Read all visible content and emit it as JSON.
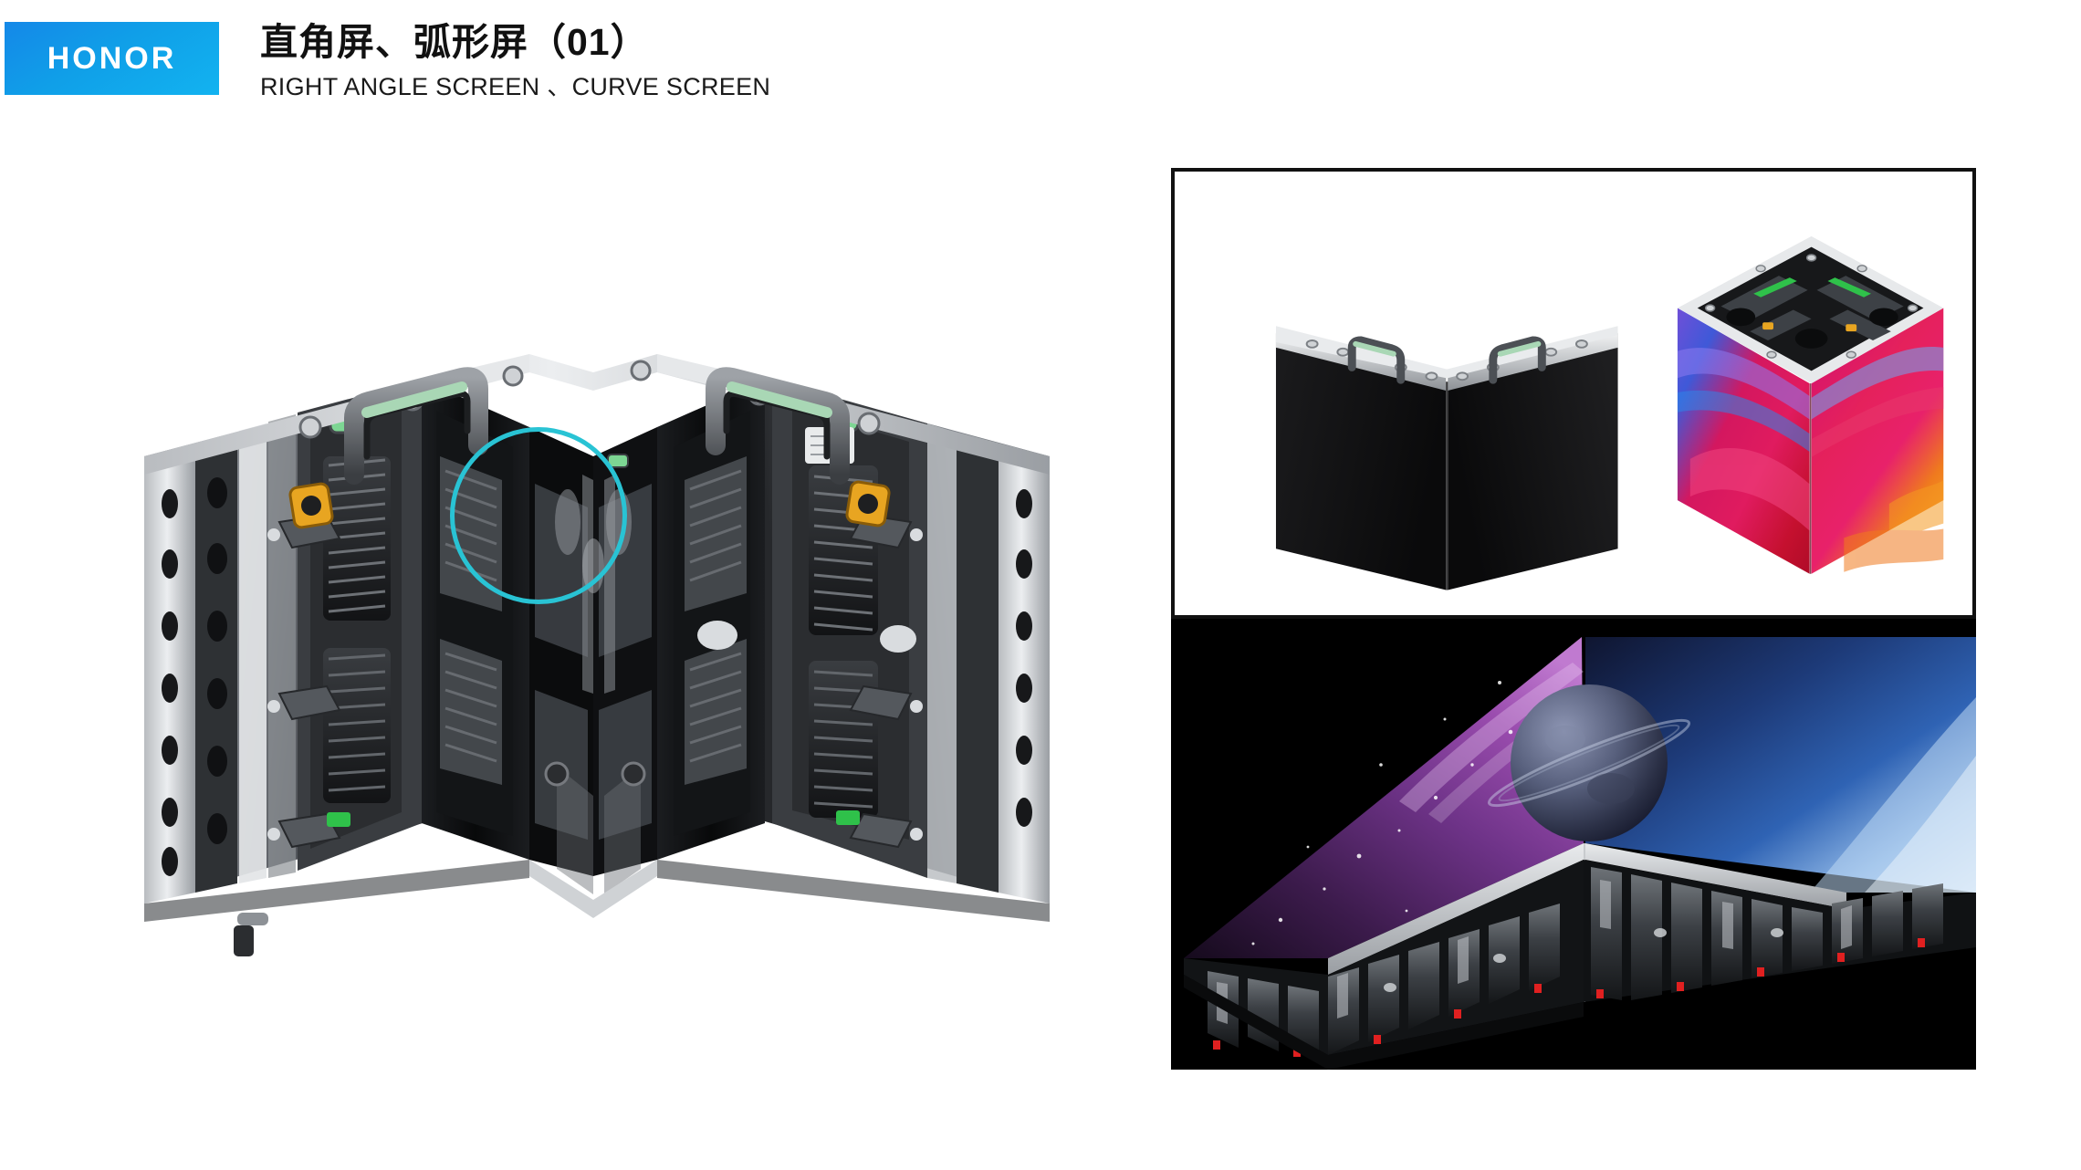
{
  "header": {
    "brand": "HONOR",
    "brand_color": "#12a6ec",
    "title_cn": "直角屏、弧形屏（01）",
    "title_en": "RIGHT ANGLE SCREEN 、CURVE SCREEN"
  },
  "hero": {
    "name": "right-angle-led-cabinet-rear-view",
    "description": "Two LED cabinets joined at a 90-degree right angle, viewed from the rear, showing service-access structure, carry handles, heat-sink fins, locking latches and connectors.",
    "highlight": {
      "shape": "circle",
      "color": "#29c3d4",
      "label": "corner-lock-detail"
    },
    "accents": {
      "connector_orange": "#e8a521",
      "indicator_green": "#2fc14a",
      "handle_green": "#a9d7b5",
      "metal_light": "#d6d8da",
      "metal_mid": "#8c9095",
      "metal_dark": "#2a2c2f"
    }
  },
  "panel_top": {
    "name": "right-angle-screen-front-white-bg",
    "background": "#ffffff",
    "border_color": "#111111",
    "items": [
      {
        "name": "black-right-angle-screen",
        "description": "Two black LED panels forming a 90° right-angle corner with silver top rails and two carry handles."
      },
      {
        "name": "colorful-led-cube",
        "description": "Cube-shaped LED display showing a pink, red, blue and orange swirl graphic on two visible faces; open top reveals internal electronics.",
        "colors": [
          "#e0155f",
          "#c7113a",
          "#3f59d8",
          "#f07a1e",
          "#8e3fd0"
        ]
      }
    ]
  },
  "panel_bottom": {
    "name": "right-angle-screen-space-content-black-bg",
    "background": "#000000",
    "items": [
      {
        "name": "space-imagery-right-angle-screen",
        "description": "Right-angle LED corner displaying a purple nebula and planet on the left face and a blue earth-horizon on the right face; the rear structure with modules and red indicator lights is visible below.",
        "colors": [
          "#7b3a8f",
          "#4a2460",
          "#2b6fc0",
          "#b9c9e8"
        ]
      }
    ]
  }
}
